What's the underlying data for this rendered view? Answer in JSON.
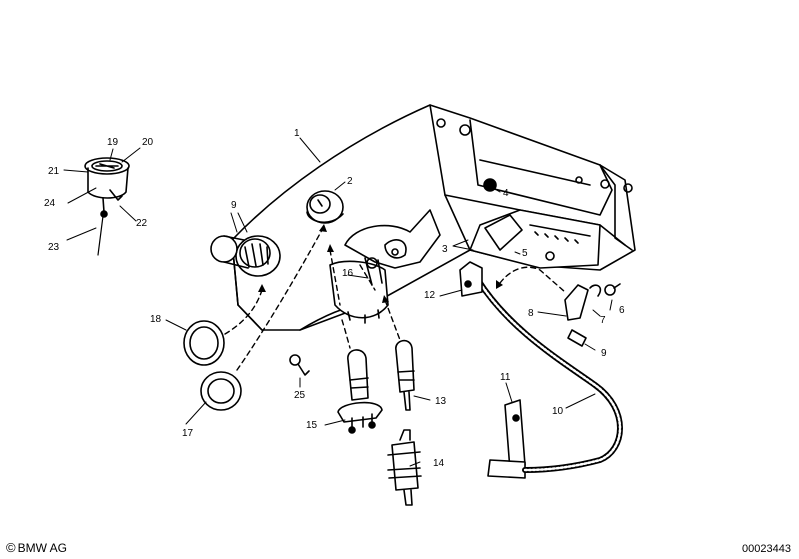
{
  "footer": {
    "copyright_symbol": "©",
    "company": "BMW AG",
    "image_number": "00023443"
  },
  "callouts": {
    "c1": "1",
    "c2": "2",
    "c3": "3",
    "c4": "4",
    "c5": "5",
    "c6": "6",
    "c7": "7",
    "c8": "8",
    "c9a": "9",
    "c9b": "9",
    "c10": "10",
    "c11": "11",
    "c12": "12",
    "c13": "13",
    "c14": "14",
    "c15": "15",
    "c16": "16",
    "c17": "17",
    "c18": "18",
    "c19": "19",
    "c20": "20",
    "c21": "21",
    "c22": "22",
    "c23": "23",
    "c24": "24",
    "c25": "25"
  },
  "colors": {
    "line": "#000000",
    "background": "#ffffff"
  }
}
